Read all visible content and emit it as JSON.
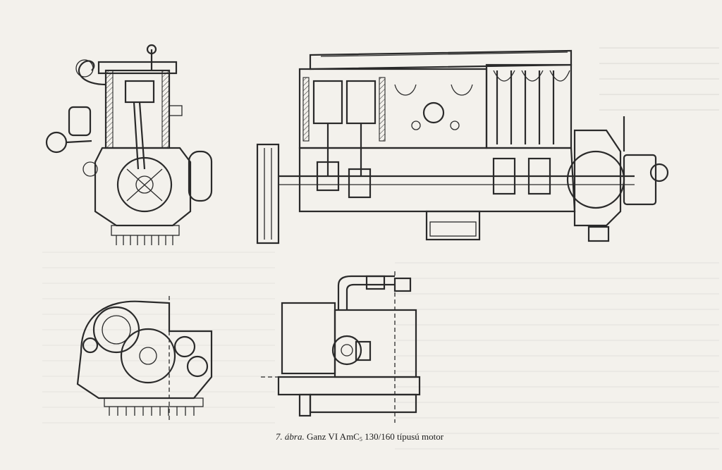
{
  "caption": {
    "figure_number": "7. ábra.",
    "model_prefix": "Ganz VI AmC",
    "model_subscript": "5",
    "model_suffix": " 130/160 típusú motor"
  }
}
